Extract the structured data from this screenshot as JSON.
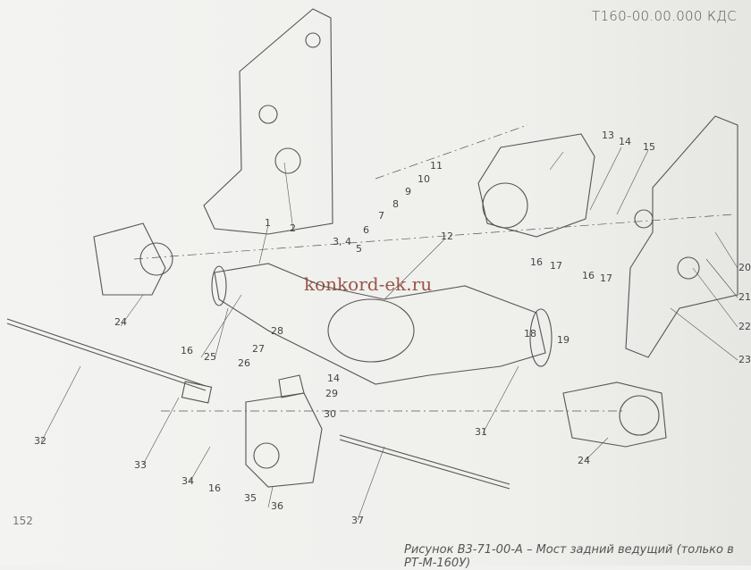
{
  "header": {
    "doc_code": "Т160-00.00.000 КДС"
  },
  "caption": "Рисунок В3-71-00-А – Мост задний ведущий (только в РТ-М-160У)",
  "page_number": "152",
  "watermark": "konkord-ek.ru",
  "callouts": [
    "1",
    "2",
    "3, 4",
    "5",
    "6",
    "7",
    "8",
    "9",
    "10",
    "11",
    "12",
    "13",
    "14",
    "15",
    "16",
    "17",
    "16",
    "17",
    "18",
    "19",
    "20",
    "21",
    "22",
    "23",
    "24",
    "16",
    "25",
    "26",
    "27",
    "28",
    "29",
    "14",
    "30",
    "31",
    "24",
    "32",
    "33",
    "34",
    "16",
    "35",
    "36",
    "37"
  ]
}
